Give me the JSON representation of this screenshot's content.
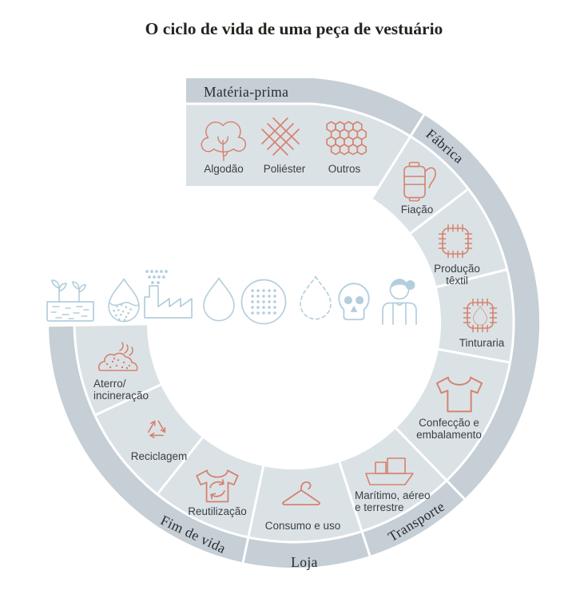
{
  "title": "O ciclo de vida de uma peça de vestuário",
  "colors": {
    "outer_band": "#c5cfd5",
    "panel": "#dbe2e6",
    "accent": "#d5826e",
    "muted_blue": "#b4cedd",
    "label_text": "#3a3f45",
    "heading_text": "#292b2f"
  },
  "sections": [
    {
      "name": "Matéria-prima",
      "items": [
        {
          "icon": "cotton-icon",
          "lines": [
            "Algodão"
          ]
        },
        {
          "icon": "polyester-weave-icon",
          "lines": [
            "Poliéster"
          ]
        },
        {
          "icon": "honeycomb-icon",
          "lines": [
            "Outros"
          ]
        }
      ]
    },
    {
      "name": "Fábrica",
      "items": [
        {
          "icon": "yarn-spool-icon",
          "lines": [
            "Fiação"
          ]
        },
        {
          "icon": "fabric-swatch-icon",
          "lines": [
            "Produção",
            "têxtil"
          ]
        },
        {
          "icon": "dye-swatch-icon",
          "lines": [
            "Tinturaria"
          ]
        },
        {
          "icon": "tshirt-icon",
          "lines": [
            "Confecção e",
            "embalamento"
          ]
        }
      ]
    },
    {
      "name": "Transporte",
      "items": [
        {
          "icon": "cargo-ship-icon",
          "lines": [
            "Marítimo, aéreo",
            "e terrestre"
          ]
        }
      ]
    },
    {
      "name": "Loja",
      "items": [
        {
          "icon": "hanger-icon",
          "lines": [
            "Consumo e uso"
          ]
        }
      ]
    },
    {
      "name": "Fim de vida",
      "items": [
        {
          "icon": "tshirt-reuse-icon",
          "lines": [
            "Reutilização"
          ]
        },
        {
          "icon": "recycle-arrows-icon",
          "lines": [
            "Reciclagem"
          ]
        },
        {
          "icon": "landfill-incineration-icon",
          "lines": [
            "Aterro/",
            "incineração"
          ]
        }
      ]
    }
  ],
  "center_icons": [
    {
      "icon": "seedlings-soil-icon"
    },
    {
      "icon": "polluted-drop-icon"
    },
    {
      "icon": "factory-emissions-icon"
    },
    {
      "icon": "water-drop-icon"
    },
    {
      "icon": "microfibers-icon"
    },
    {
      "icon": "dashed-drop-icon"
    },
    {
      "icon": "toxicity-skull-icon"
    },
    {
      "icon": "garment-worker-icon"
    }
  ]
}
